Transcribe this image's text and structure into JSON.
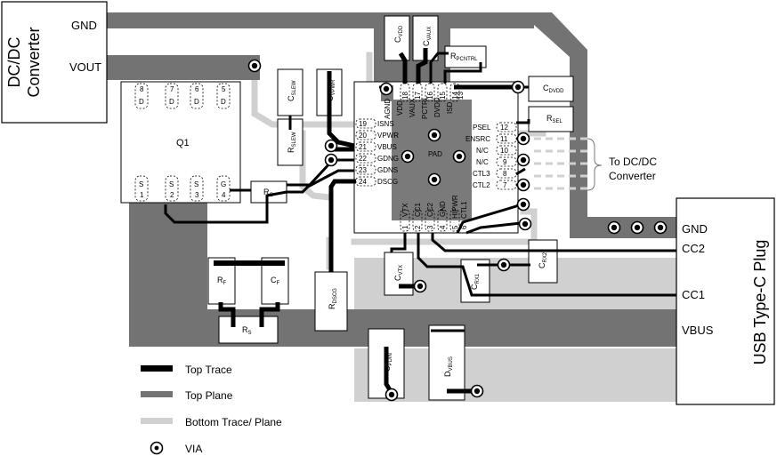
{
  "dcdc_block": {
    "line1": "DC/DC",
    "line2": "Converter",
    "gnd": "GND",
    "vout": "VOUT"
  },
  "usbc_block": {
    "title": "USB Type-C Plug",
    "gnd": "GND",
    "cc2": "CC2",
    "cc1": "CC1",
    "vbus": "VBUS"
  },
  "to_dcdc": {
    "line1": "To DC/DC",
    "line2": "Converter"
  },
  "q1": {
    "label": "Q1",
    "drain_pins": [
      "D",
      "8",
      "D",
      "7",
      "D",
      "6",
      "D",
      "5"
    ],
    "source_pins": [
      "1",
      "S",
      "2",
      "S",
      "3",
      "S",
      "4",
      "G"
    ]
  },
  "ic": {
    "pad": "PAD",
    "left_pins": [
      {
        "num": "19",
        "name": "ISNS"
      },
      {
        "num": "20",
        "name": "VPWR"
      },
      {
        "num": "21",
        "name": "VBUS"
      },
      {
        "num": "22",
        "name": "GDNG"
      },
      {
        "num": "23",
        "name": "GDNS"
      },
      {
        "num": "24",
        "name": "DSCG"
      }
    ],
    "right_pins": [
      {
        "num": "12",
        "name": "PSEL"
      },
      {
        "num": "11",
        "name": "ENSRC"
      },
      {
        "num": "10",
        "name": "N/C"
      },
      {
        "num": "9",
        "name": "N/C"
      },
      {
        "num": "8",
        "name": "CTL3"
      },
      {
        "num": "7",
        "name": "CTL2"
      }
    ],
    "top_pins": [
      {
        "num": "18",
        "name": "AGND"
      },
      {
        "num": "17",
        "name": "VDD"
      },
      {
        "num": "16",
        "name": "VAUX"
      },
      {
        "num": "15",
        "name": "PCTRL"
      },
      {
        "num": "14",
        "name": "DVDD"
      },
      {
        "num": "13",
        "name": "ISD"
      }
    ],
    "bottom_pins": [
      {
        "num": "1",
        "name": "VTX"
      },
      {
        "num": "2",
        "name": "CC1"
      },
      {
        "num": "3",
        "name": "CC2"
      },
      {
        "num": "4",
        "name": "GND"
      },
      {
        "num": "5",
        "name": "HIPWR"
      },
      {
        "num": "6",
        "name": "CTL1"
      }
    ]
  },
  "components": {
    "cvdd": {
      "main": "C",
      "sub": "VDD"
    },
    "cvaux": {
      "main": "C",
      "sub": "VAUX"
    },
    "rpctrl": {
      "main": "R",
      "sub": "PCNTRL"
    },
    "cdvdd": {
      "main": "C",
      "sub": "DVDD"
    },
    "rsel": {
      "main": "R",
      "sub": "SEL"
    },
    "cslew": {
      "main": "C",
      "sub": "SLEW"
    },
    "cvpwr": {
      "main": "C",
      "sub": "VPWR"
    },
    "rslew": {
      "main": "R",
      "sub": "SLEW"
    },
    "rg": {
      "main": "R",
      "sub": "G"
    },
    "rf": {
      "main": "R",
      "sub": "F"
    },
    "cf": {
      "main": "C",
      "sub": "F"
    },
    "rs": {
      "main": "R",
      "sub": "S"
    },
    "rdscg": {
      "main": "R",
      "sub": "DSCG"
    },
    "cvtx": {
      "main": "C",
      "sub": "VTX"
    },
    "crx1": {
      "main": "C",
      "sub": "RX1"
    },
    "crx2": {
      "main": "C",
      "sub": "RX2"
    },
    "cpdin": {
      "main": "C",
      "sub": "PDIN"
    },
    "dvbus": {
      "main": "D",
      "sub": "VBUS"
    }
  },
  "legend": {
    "top_trace": "Top Trace",
    "top_plane": "Top Plane",
    "bottom": "Bottom Trace/ Plane",
    "via": "VIA"
  },
  "colors": {
    "top_trace": "#000000",
    "top_plane": "#737373",
    "bottom": "#d0d0d0",
    "ic_pad": "#7a7a7a"
  }
}
